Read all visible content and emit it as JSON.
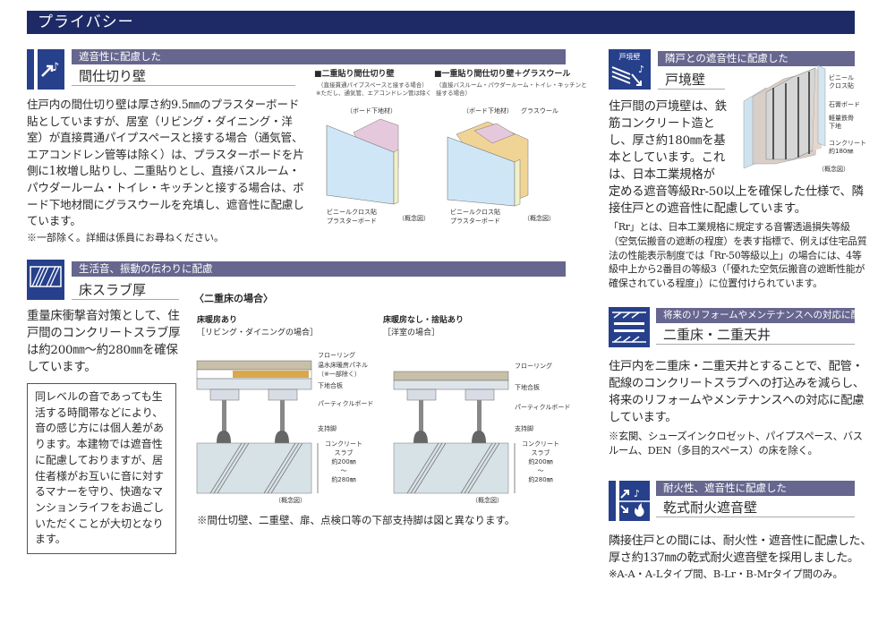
{
  "page_title": "プライバシー",
  "partition": {
    "tag": "遮音性に配慮した",
    "heading": "間仕切り壁",
    "body": "住戸内の間仕切り壁は厚さ約9.5㎜のプラスターボード貼としていますが、居室（リビング・ダイニング・洋室）が直接貫通パイプスペースと接する場合（通気管、エアコンドレン管等は除く）は、プラスターボードを片側に1枚増し貼りし、二重貼りとし、直接バスルーム・パウダールーム・トイレ・キッチンと接する場合は、ボード下地材間にグラスウールを充填し、遮音性に配慮しています。",
    "note": "※一部除く。詳細は係員にお尋ねください。",
    "diagram_a": {
      "title": "■二重貼り間仕切り壁",
      "sub1": "（直接貫通パイプスペースと接する場合）",
      "sub2": "※ただし、通気管、エアコンドレン管は除く",
      "label_base": "（ボード下地材）",
      "label_cloth": "ビニールクロス貼",
      "label_board": "プラスターボード",
      "caption": "（概念図）"
    },
    "diagram_b": {
      "title": "■一重貼り間仕切り壁＋グラスウール",
      "sub1": "（直接バスルーム・パウダールーム・トイレ・キッチンと",
      "sub2": "接する場合）",
      "label_base": "（ボード下地材）",
      "label_wool": "グラスウール",
      "label_cloth": "ビニールクロス貼",
      "label_board": "プラスターボード",
      "caption": "（概念図）"
    }
  },
  "slab": {
    "tag": "生活音、振動の伝わりに配慮",
    "heading": "床スラブ厚",
    "body": "重量床衝撃音対策として、住戸間のコンクリートスラブ厚は約200㎜～約280㎜を確保しています。",
    "box": "同レベルの音であっても生活する時間帯などにより、音の感じ方には個人差があります。本建物では遮音性に配慮しておりますが、居住者様がお互いに音に対するマナーを守り、快適なマンションライフをお過ごしいただくことが大切となります。",
    "diagram_title": "〈二重床の場合〉",
    "left": {
      "title": "床暖房あり",
      "sub": "［リビング・ダイニングの場合］",
      "flooring": "フローリング",
      "panel": "温水床暖房パネル",
      "panel_note": "（※一部除く）",
      "plywood": "下地合板",
      "particle": "パーティクルボード",
      "leg": "支持脚",
      "slab1": "コンクリート",
      "slab2": "スラブ",
      "slab3": "約200㎜",
      "slab4": "～",
      "slab5": "約280㎜",
      "caption": "（概念図）"
    },
    "right": {
      "title": "床暖房なし・捨貼あり",
      "sub": "［洋室の場合］",
      "flooring": "フローリング",
      "plywood": "下地合板",
      "particle": "パーティクルボード",
      "leg": "支持脚",
      "slab1": "コンクリート",
      "slab2": "スラブ",
      "slab3": "約200㎜",
      "slab4": "～",
      "slab5": "約280㎜",
      "caption": "（概念図）"
    },
    "footnote": "※間仕切壁、二重壁、扉、点検口等の下部支持脚は図と異なります。"
  },
  "boundary": {
    "icon_text": "戸境壁",
    "tag": "隣戸との遮音性に配慮した",
    "heading": "戸境壁",
    "body_narrow": "住戸間の戸境壁は、鉄筋コンクリート造とし、厚さ約180㎜を基本としています。これは、日本工業規格が",
    "body_wide": "定める遮音等級Rr-50以上を確保した仕様で、隣接住戸との遮音性に配慮しています。",
    "note": "「Rr」とは、日本工業規格に規定する音響透過損失等級（空気伝搬音の遮断の程度）を表す指標で、例えば住宅品質法の性能表示制度では「Rr-50等級以上」の場合には、4等級中上から2番目の等級3（「優れた空気伝搬音の遮断性能が確保されている程度」）に位置付けられています。",
    "diagram": {
      "cloth1": "ビニール",
      "cloth2": "クロス貼",
      "gypsum": "石膏ボード",
      "steel1": "軽量鉄骨",
      "steel2": "下地",
      "concrete1": "コンクリート",
      "concrete2": "約180㎜",
      "caption": "（概念図）"
    }
  },
  "double": {
    "tag": "将来のリフォームやメンテナンスへの対応に配慮",
    "heading": "二重床・二重天井",
    "body": "住戸内を二重床・二重天井とすることで、配管・配線のコンクリートスラブへの打込みを減らし、将来のリフォームやメンテナンスへの対応に配慮しています。",
    "note": "※玄関、シューズインクロゼット、パイプスペース、バスルーム、DEN（多目的スペース）の床を除く。"
  },
  "fire": {
    "tag": "耐火性、遮音性に配慮した",
    "heading": "乾式耐火遮音壁",
    "body": "隣接住戸との間には、耐火性・遮音性に配慮した、厚さ約137㎜の乾式耐火遮音壁を採用しました。",
    "note": "※A-A・A-Lタイプ間、B-Lr・B-Mrタイプ間のみ。"
  },
  "colors": {
    "title_bg": "#1d2a66",
    "icon_bg": "#27408b",
    "tag_bg": "#66668f"
  }
}
